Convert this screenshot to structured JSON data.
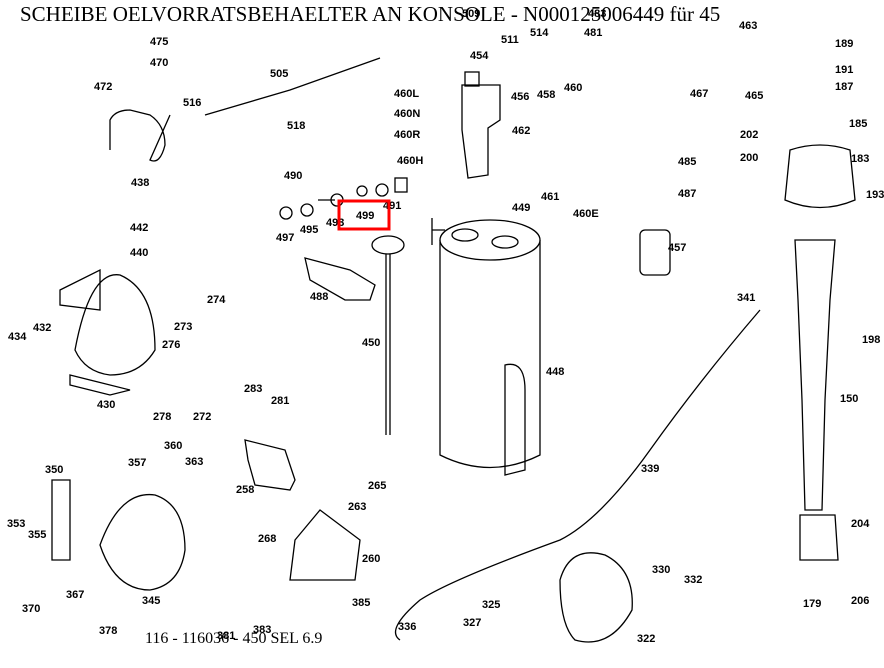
{
  "title": "SCHEIBE OELVORRATSBEHAELTER AN KONSOLE - N000125006449 für 45",
  "footer": "116 - 116036 - 450 SEL 6.9",
  "highlight": {
    "part": "499",
    "color": "#ff0000"
  },
  "parts": [
    "475",
    "470",
    "472",
    "516",
    "505",
    "509",
    "511",
    "514",
    "483",
    "481",
    "463",
    "189",
    "191",
    "187",
    "454",
    "456",
    "458",
    "460",
    "460L",
    "460N",
    "460R",
    "460H",
    "518",
    "467",
    "465",
    "185",
    "202",
    "200",
    "183",
    "193",
    "438",
    "442",
    "440",
    "490",
    "491",
    "499",
    "497",
    "495",
    "493",
    "462",
    "461",
    "460E",
    "449",
    "485",
    "487",
    "457",
    "488",
    "450",
    "434",
    "432",
    "274",
    "273",
    "276",
    "278",
    "272",
    "283",
    "281",
    "430",
    "341",
    "198",
    "448",
    "150",
    "360",
    "357",
    "363",
    "350",
    "258",
    "265",
    "263",
    "339",
    "353",
    "355",
    "268",
    "260",
    "204",
    "370",
    "367",
    "345",
    "385",
    "330",
    "332",
    "325",
    "327",
    "336",
    "179",
    "206",
    "378",
    "381",
    "383",
    "322"
  ]
}
